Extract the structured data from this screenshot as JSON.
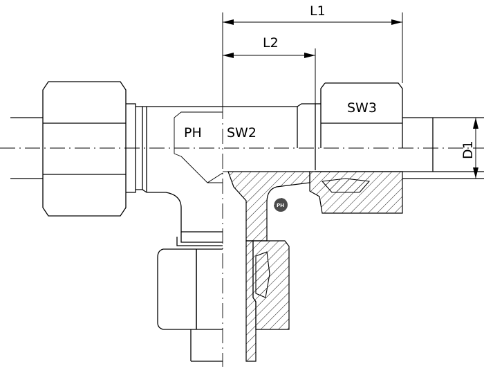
{
  "labels": {
    "l1": "L1",
    "l2": "L2",
    "sw3": "SW3",
    "ph": "PH",
    "sw2": "SW2",
    "d1": "D1"
  },
  "logo": {
    "text": "PH",
    "icon": "ph-logo-icon"
  },
  "colors": {
    "line": "#000000",
    "background": "#ffffff",
    "logo": "#4a4a4a"
  }
}
